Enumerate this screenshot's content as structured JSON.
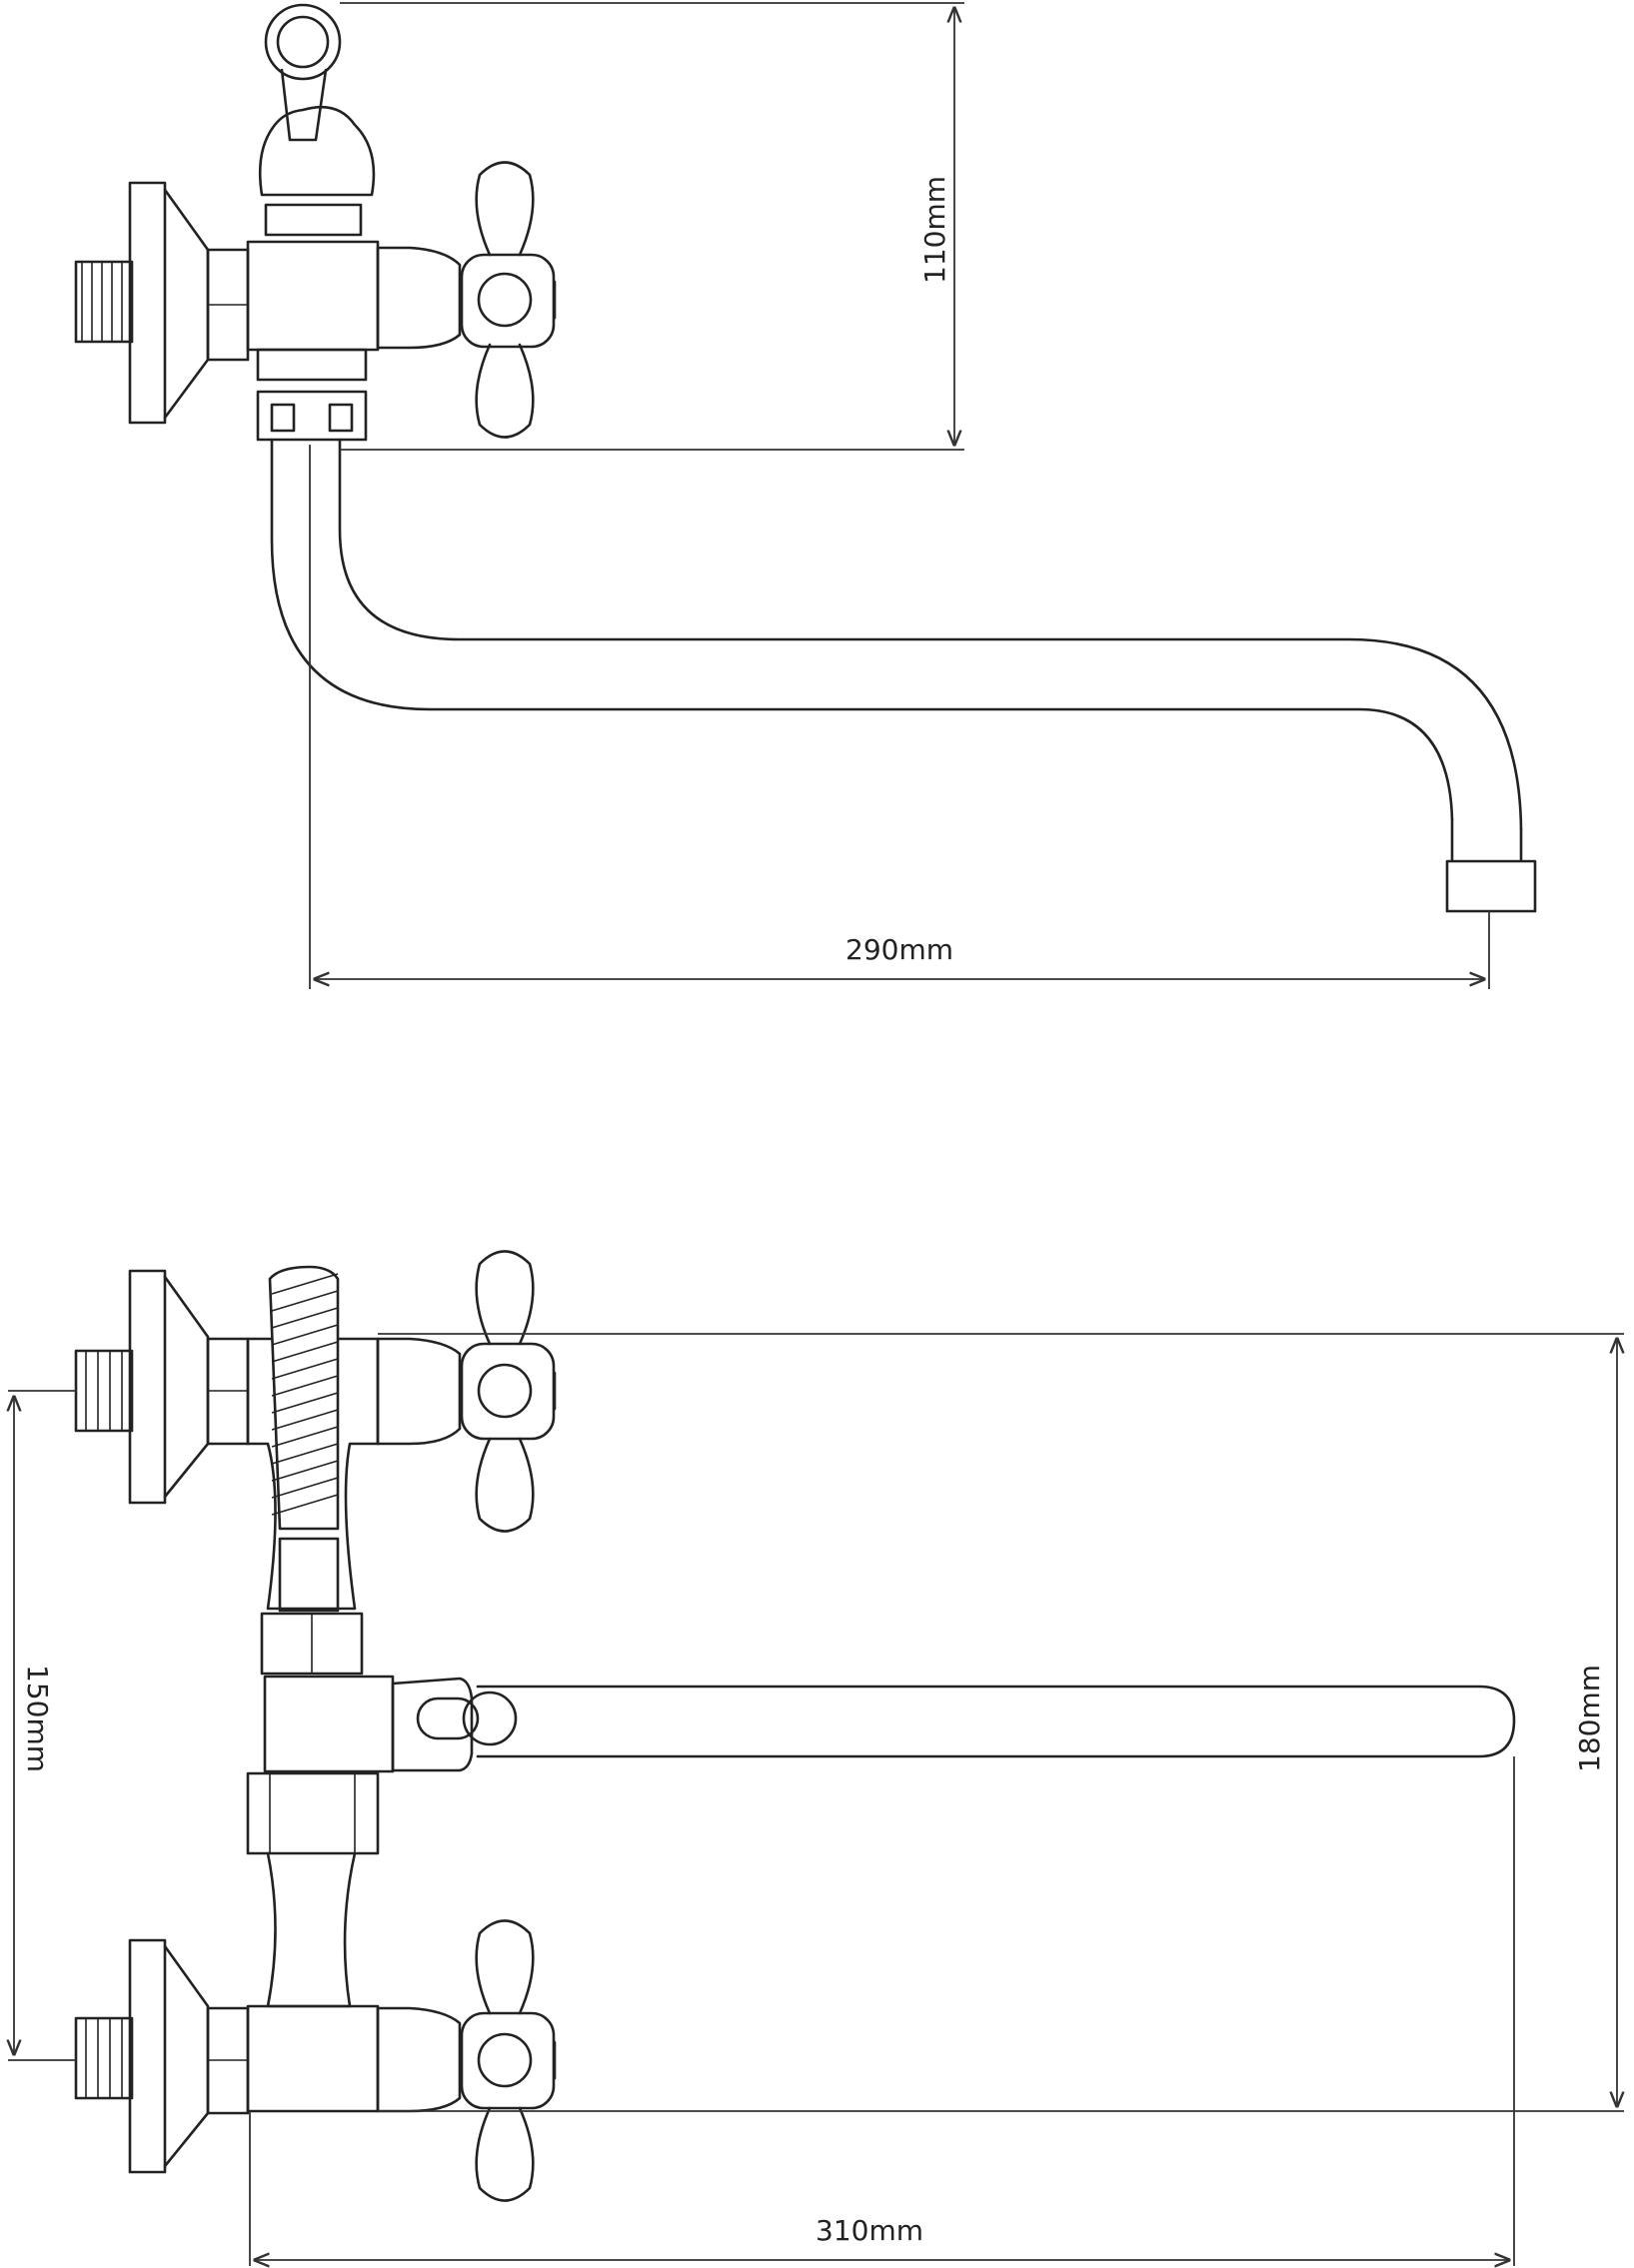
{
  "dimensions": {
    "top_height": "110mm",
    "top_reach": "290mm",
    "bottom_spacing": "150mm",
    "bottom_height": "180mm",
    "bottom_spout_length": "310mm"
  },
  "colors": {
    "line": "#222222",
    "background": "#ffffff"
  }
}
